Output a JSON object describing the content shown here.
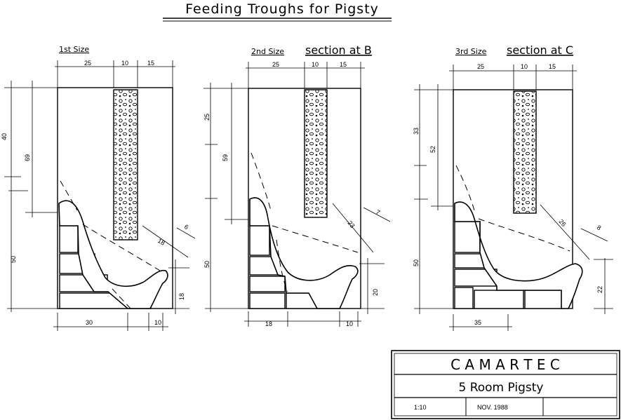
{
  "title": "Feeding Troughs for Pigsty",
  "panels": [
    {
      "heading": "1st Size",
      "section": "",
      "top_dims": [
        "25",
        "10",
        "15"
      ],
      "left_dims": [
        "40",
        "69",
        "50"
      ],
      "slope_dims": [
        "18",
        "6"
      ],
      "right_dim": "18",
      "bottom_dims": [
        "30",
        "10"
      ]
    },
    {
      "heading": "2nd Size",
      "section": "section at B",
      "top_dims": [
        "25",
        "10",
        "15"
      ],
      "left_dims": [
        "25",
        "59",
        "50"
      ],
      "slope_dims": [
        "23",
        "7"
      ],
      "right_dim": "20",
      "bottom_dims": [
        "18",
        "10"
      ]
    },
    {
      "heading": "3rd Size",
      "section": "section at C",
      "top_dims": [
        "25",
        "10",
        "15"
      ],
      "left_dims": [
        "33",
        "52",
        "50"
      ],
      "slope_dims": [
        "26",
        "8"
      ],
      "right_dim": "22",
      "bottom_dims": [
        "35"
      ]
    }
  ],
  "title_block": {
    "company": "C A M A R T E C",
    "project": "5 Room Pigsty",
    "scale": "1:10",
    "date": "NOV. 1988"
  }
}
